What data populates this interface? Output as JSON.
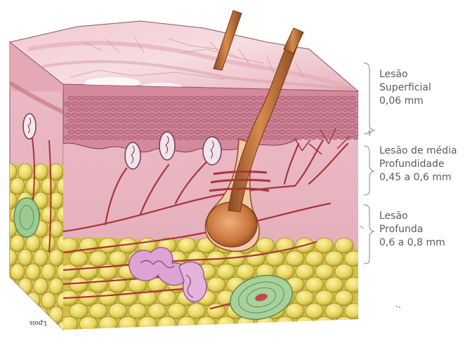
{
  "labels": [
    {
      "line1": "Lesão",
      "line2": "Superficial",
      "line3": "0,06 mm"
    },
    {
      "line1": "Lesão de média",
      "line2": "Profundidade",
      "line3": "0,45 a 0,6 mm"
    },
    {
      "line1": "Lesão",
      "line2": "Profunda",
      "line3": "0,6 a 0,8 mm"
    }
  ],
  "signature": "Lpois",
  "colors": {
    "epidermis": "#e7b6c0",
    "dermis": "#e9b9c2",
    "fat": "#e8d86a",
    "vessel": "#a8343b",
    "hair": "#c06a34",
    "bracket": "#9a9a9a",
    "text": "#5f5b58"
  }
}
